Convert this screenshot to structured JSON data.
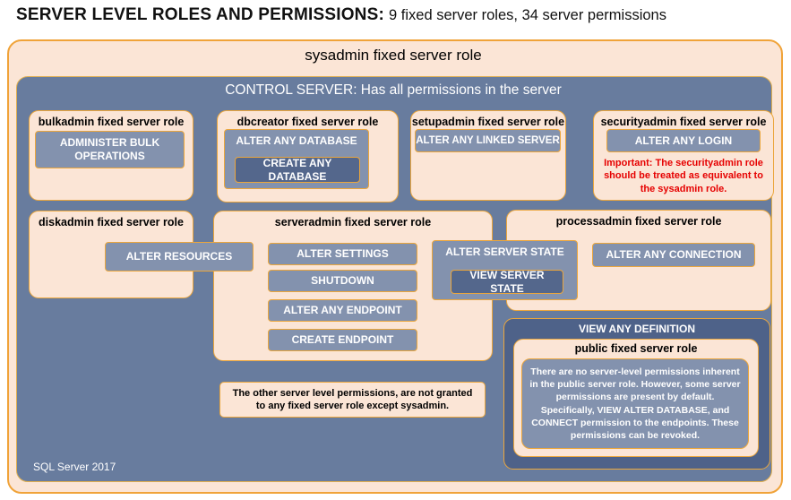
{
  "header": {
    "title_bold": "SERVER LEVEL ROLES AND PERMISSIONS:",
    "title_rest": "9 fixed server roles, 34 server permissions"
  },
  "sysadmin": {
    "label": "sysadmin fixed server role"
  },
  "control": {
    "label": "CONTROL SERVER: Has all permissions in the server"
  },
  "roles": {
    "bulkadmin": {
      "title": "bulkadmin fixed server role",
      "permission": "ADMINISTER BULK OPERATIONS"
    },
    "dbcreator": {
      "title": "dbcreator fixed server role",
      "permission_outer": "ALTER ANY DATABASE",
      "permission_inner": "CREATE ANY DATABASE"
    },
    "setupadmin": {
      "title": "setupadmin fixed server role",
      "permission": "ALTER ANY LINKED SERVER"
    },
    "securityadmin": {
      "title": "securityadmin fixed server role",
      "permission": "ALTER ANY LOGIN",
      "warning": "Important: The securityadmin role should be treated as equivalent to the sysadmin role."
    },
    "diskadmin": {
      "title": "diskadmin fixed server role",
      "permission": "ALTER RESOURCES"
    },
    "serveradmin": {
      "title": "serveradmin fixed server role",
      "permissions": [
        "ALTER SETTINGS",
        "SHUTDOWN",
        "ALTER ANY ENDPOINT",
        "CREATE ENDPOINT"
      ],
      "state_outer": "ALTER SERVER STATE",
      "state_inner": "VIEW SERVER STATE"
    },
    "processadmin": {
      "title": "processadmin fixed server role",
      "permission": "ALTER ANY CONNECTION"
    }
  },
  "public_section": {
    "header": "VIEW ANY DEFINITION",
    "title": "public fixed server role",
    "body": "There are no server-level permissions inherent in the public server role. However, some server permissions are present by default. Specifically, VIEW ALTER DATABASE, and CONNECT permission to the endpoints. These permissions can be revoked."
  },
  "note": {
    "text": "The other server level permissions, are not granted to any fixed server role except sysadmin."
  },
  "footer": {
    "label": "SQL Server 2017"
  },
  "colors": {
    "peach": "#FBE5D6",
    "gold_border": "#EBA63C",
    "outer_border": "#F0A339",
    "control_blue": "#687C9E",
    "permission_blue": "#8392AE",
    "nested_blue": "#54678C",
    "definition_blue": "#4E6289",
    "warning_red": "#E60000",
    "white_text": "#FFFFFF"
  }
}
